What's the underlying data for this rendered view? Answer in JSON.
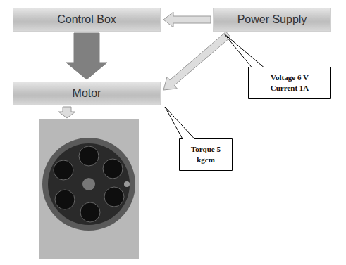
{
  "diagram": {
    "nodes": [
      {
        "text": [
          "Control Box"
        ]
      },
      {
        "text": [
          "Power Supply"
        ]
      },
      {
        "text": [
          "Motor"
        ]
      },
      {
        "text": [
          "Voltage 6 V Current 1A"
        ]
      },
      {
        "text": [
          "Torque 5 kgcm"
        ]
      }
    ],
    "edges": [
      {
        "from": 1,
        "to": 0,
        "arrow": "to"
      },
      {
        "from": 1,
        "to": 2,
        "arrow": "to"
      },
      {
        "from": 0,
        "to": 2,
        "arrow": "to"
      }
    ]
  }
}
